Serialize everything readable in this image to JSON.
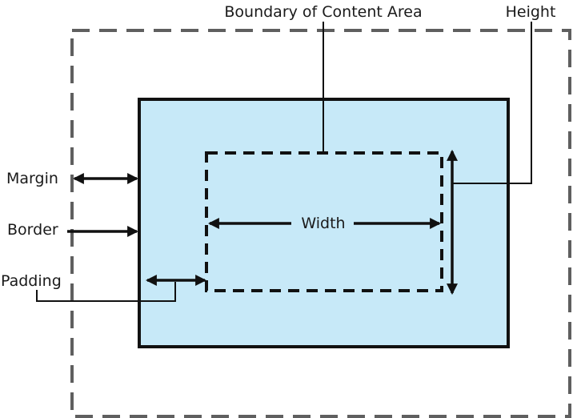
{
  "labels": {
    "boundary": "Boundary of Content Area",
    "height": "Height",
    "margin": "Margin",
    "border": "Border",
    "padding": "Padding",
    "width": "Width"
  },
  "colors": {
    "margin_outline": "#5f5f5f",
    "border_box_fill": "#c7e9f8",
    "border_box_stroke": "#111111",
    "content_outline": "#111111",
    "arrows": "#111111",
    "text": "#1a1a1a"
  }
}
